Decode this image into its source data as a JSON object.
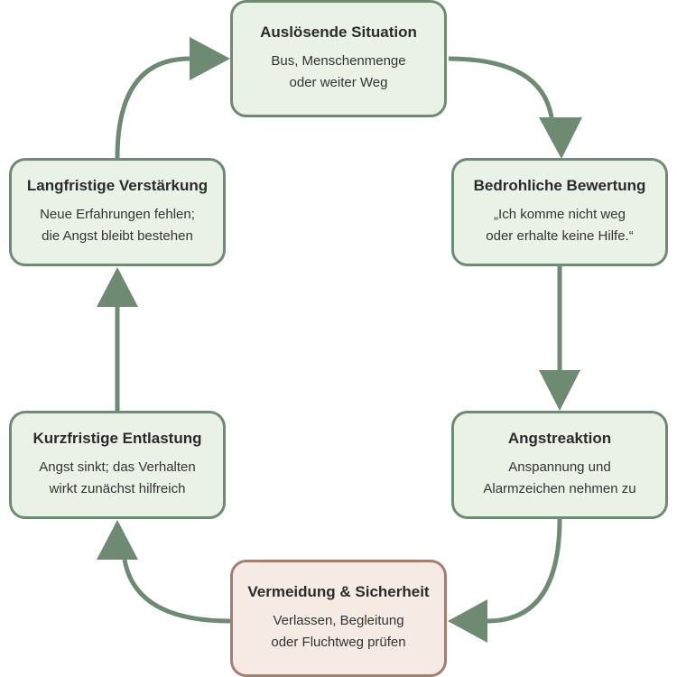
{
  "diagram": {
    "nodes": [
      {
        "title": "Auslösende Situation",
        "description": "Bus, Menschenmenge\noder weiter Weg"
      },
      {
        "title": "Bedrohliche Bewertung",
        "description": "„Ich komme nicht weg\noder erhalte keine Hilfe.“"
      },
      {
        "title": "Angstreaktion",
        "description": "Anspannung und\nAlarmzeichen nehmen zu"
      },
      {
        "title": "Vermeidung & Sicherheit",
        "description": "Verlassen, Begleitung\noder Fluchtweg prüfen"
      },
      {
        "title": "Kurzfristige Entlastung",
        "description": "Angst sinkt; das Verhalten\nwirkt zunächst hilfreich"
      },
      {
        "title": "Langfristige Verstärkung",
        "description": "Neue Erfahrungen fehlen;\ndie Angst bleibt bestehen"
      }
    ],
    "colors": {
      "connector": "#6f8a72",
      "node_border": "#6f8a72",
      "node_fill": "#eaf2e8",
      "highlight_border": "#a57e6f",
      "highlight_fill": "#f6eae4"
    }
  }
}
